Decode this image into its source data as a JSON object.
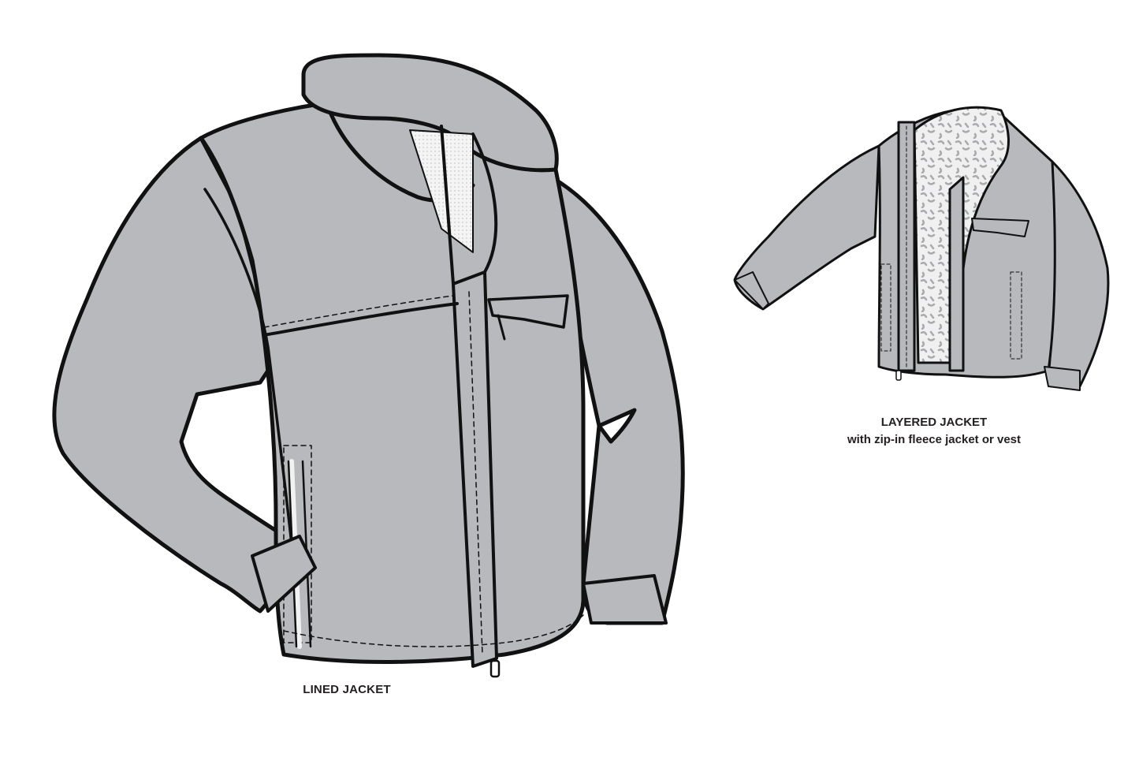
{
  "colors": {
    "background": "#ffffff",
    "fabric": "#b8b9bd",
    "outline": "#111111",
    "lining": "#f2f2f2",
    "fleece_pattern": "#a9aaae"
  },
  "illustrations": [
    {
      "id": "lined-jacket",
      "caption": "LINED JACKET",
      "features": [
        "stand collar",
        "front zipper",
        "chest zip pocket with flap",
        "side zip pocket",
        "adjustable cuff tabs"
      ]
    },
    {
      "id": "layered-jacket",
      "caption_title": "LAYERED JACKET",
      "caption_subtitle": "with zip-in fleece jacket or vest",
      "features": [
        "open front",
        "zip-in fleece liner",
        "chest zip pocket with flap",
        "side zip pockets",
        "cuff tabs"
      ]
    }
  ]
}
